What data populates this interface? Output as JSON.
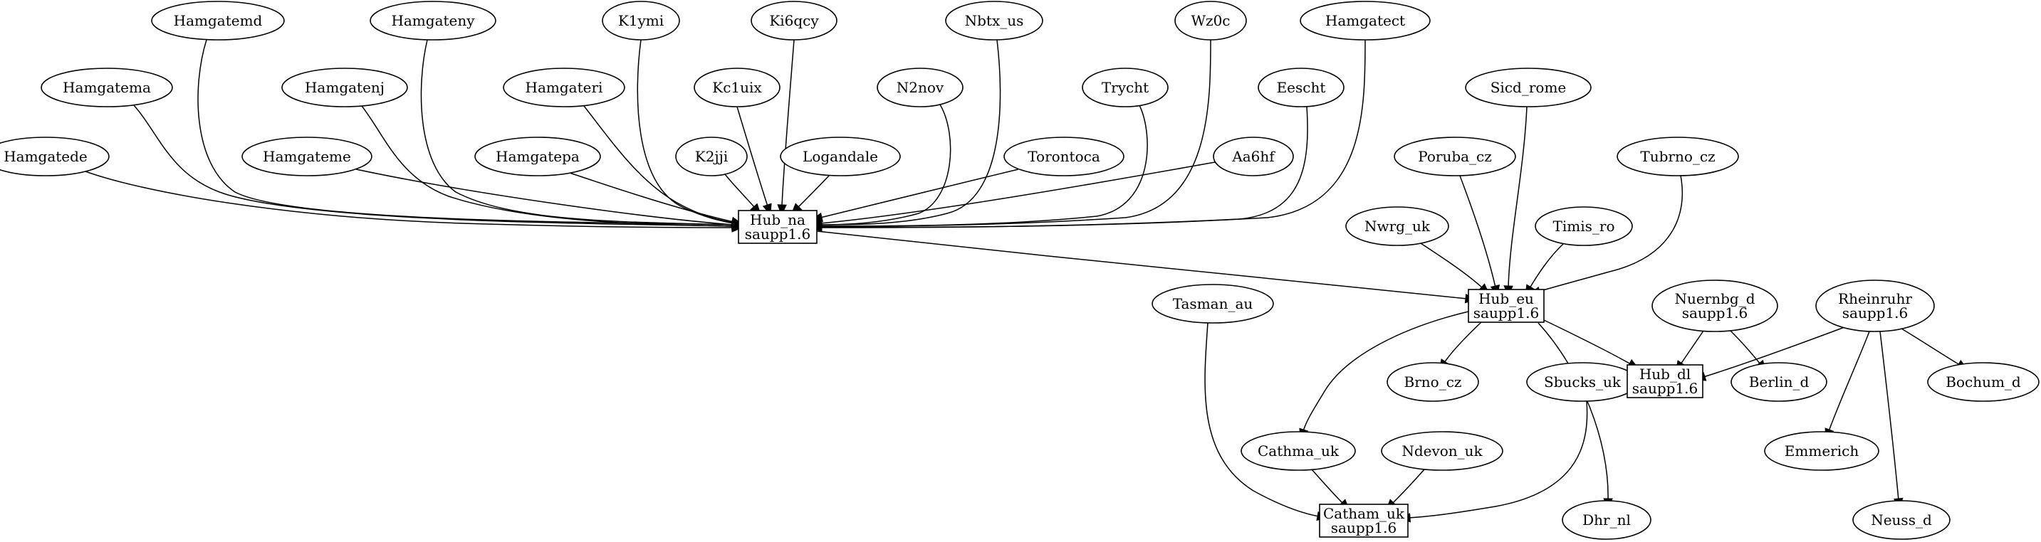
{
  "nodes": [
    {
      "id": "Hamgatemd",
      "label": [
        "Hamgatemd"
      ],
      "shape": "ellipse"
    },
    {
      "id": "Hamgateny",
      "label": [
        "Hamgateny"
      ],
      "shape": "ellipse"
    },
    {
      "id": "K1ymi",
      "label": [
        "K1ymi"
      ],
      "shape": "ellipse"
    },
    {
      "id": "Ki6qcy",
      "label": [
        "Ki6qcy"
      ],
      "shape": "ellipse"
    },
    {
      "id": "Nbtx_us",
      "label": [
        "Nbtx_us"
      ],
      "shape": "ellipse"
    },
    {
      "id": "Wz0c",
      "label": [
        "Wz0c"
      ],
      "shape": "ellipse"
    },
    {
      "id": "Hamgatect",
      "label": [
        "Hamgatect"
      ],
      "shape": "ellipse"
    },
    {
      "id": "Hamgatema",
      "label": [
        "Hamgatema"
      ],
      "shape": "ellipse"
    },
    {
      "id": "Hamgatenj",
      "label": [
        "Hamgatenj"
      ],
      "shape": "ellipse"
    },
    {
      "id": "Hamgateri",
      "label": [
        "Hamgateri"
      ],
      "shape": "ellipse"
    },
    {
      "id": "Kc1uix",
      "label": [
        "Kc1uix"
      ],
      "shape": "ellipse"
    },
    {
      "id": "N2nov",
      "label": [
        "N2nov"
      ],
      "shape": "ellipse"
    },
    {
      "id": "Trycht",
      "label": [
        "Trycht"
      ],
      "shape": "ellipse"
    },
    {
      "id": "Eescht",
      "label": [
        "Eescht"
      ],
      "shape": "ellipse"
    },
    {
      "id": "Sicd_rome",
      "label": [
        "Sicd_rome"
      ],
      "shape": "ellipse"
    },
    {
      "id": "Hamgatede",
      "label": [
        "Hamgatede"
      ],
      "shape": "ellipse"
    },
    {
      "id": "Hamgateme",
      "label": [
        "Hamgateme"
      ],
      "shape": "ellipse"
    },
    {
      "id": "Hamgatepa",
      "label": [
        "Hamgatepa"
      ],
      "shape": "ellipse"
    },
    {
      "id": "K2jji",
      "label": [
        "K2jji"
      ],
      "shape": "ellipse"
    },
    {
      "id": "Logandale",
      "label": [
        "Logandale"
      ],
      "shape": "ellipse"
    },
    {
      "id": "Torontoca",
      "label": [
        "Torontoca"
      ],
      "shape": "ellipse"
    },
    {
      "id": "Aa6hf",
      "label": [
        "Aa6hf"
      ],
      "shape": "ellipse"
    },
    {
      "id": "Poruba_cz",
      "label": [
        "Poruba_cz"
      ],
      "shape": "ellipse"
    },
    {
      "id": "Tubrno_cz",
      "label": [
        "Tubrno_cz"
      ],
      "shape": "ellipse"
    },
    {
      "id": "Hub_na",
      "label": [
        "Hub_na",
        "saupp1.6"
      ],
      "shape": "box"
    },
    {
      "id": "Nwrg_uk",
      "label": [
        "Nwrg_uk"
      ],
      "shape": "ellipse"
    },
    {
      "id": "Timis_ro",
      "label": [
        "Timis_ro"
      ],
      "shape": "ellipse"
    },
    {
      "id": "Tasman_au",
      "label": [
        "Tasman_au"
      ],
      "shape": "ellipse"
    },
    {
      "id": "Hub_eu",
      "label": [
        "Hub_eu",
        "saupp1.6"
      ],
      "shape": "box"
    },
    {
      "id": "Nuernbg_d",
      "label": [
        "Nuernbg_d",
        "saupp1.6"
      ],
      "shape": "ellipse"
    },
    {
      "id": "Rheinruhr",
      "label": [
        "Rheinruhr",
        "saupp1.6"
      ],
      "shape": "ellipse"
    },
    {
      "id": "Brno_cz",
      "label": [
        "Brno_cz"
      ],
      "shape": "ellipse"
    },
    {
      "id": "Sbucks_uk",
      "label": [
        "Sbucks_uk"
      ],
      "shape": "ellipse"
    },
    {
      "id": "Hub_dl",
      "label": [
        "Hub_dl",
        "saupp1.6"
      ],
      "shape": "box"
    },
    {
      "id": "Berlin_d",
      "label": [
        "Berlin_d"
      ],
      "shape": "ellipse"
    },
    {
      "id": "Bochum_d",
      "label": [
        "Bochum_d"
      ],
      "shape": "ellipse"
    },
    {
      "id": "Cathma_uk",
      "label": [
        "Cathma_uk"
      ],
      "shape": "ellipse"
    },
    {
      "id": "Ndevon_uk",
      "label": [
        "Ndevon_uk"
      ],
      "shape": "ellipse"
    },
    {
      "id": "Emmerich",
      "label": [
        "Emmerich"
      ],
      "shape": "ellipse"
    },
    {
      "id": "Catham_uk",
      "label": [
        "Catham_uk",
        "saupp1.6"
      ],
      "shape": "box"
    },
    {
      "id": "Dhr_nl",
      "label": [
        "Dhr_nl"
      ],
      "shape": "ellipse"
    },
    {
      "id": "Neuss_d",
      "label": [
        "Neuss_d"
      ],
      "shape": "ellipse"
    }
  ],
  "edges": [
    {
      "from": "Hamgatemd",
      "to": "Hub_na"
    },
    {
      "from": "Hamgateny",
      "to": "Hub_na"
    },
    {
      "from": "K1ymi",
      "to": "Hub_na"
    },
    {
      "from": "Ki6qcy",
      "to": "Hub_na"
    },
    {
      "from": "Nbtx_us",
      "to": "Hub_na"
    },
    {
      "from": "Wz0c",
      "to": "Hub_na"
    },
    {
      "from": "Hamgatect",
      "to": "Hub_na"
    },
    {
      "from": "Hamgatema",
      "to": "Hub_na"
    },
    {
      "from": "Hamgatenj",
      "to": "Hub_na"
    },
    {
      "from": "Hamgateri",
      "to": "Hub_na"
    },
    {
      "from": "Kc1uix",
      "to": "Hub_na"
    },
    {
      "from": "N2nov",
      "to": "Hub_na"
    },
    {
      "from": "Trycht",
      "to": "Hub_na"
    },
    {
      "from": "Eescht",
      "to": "Hub_na"
    },
    {
      "from": "Hamgatede",
      "to": "Hub_na"
    },
    {
      "from": "Hamgateme",
      "to": "Hub_na"
    },
    {
      "from": "Hamgatepa",
      "to": "Hub_na"
    },
    {
      "from": "K2jji",
      "to": "Hub_na"
    },
    {
      "from": "Logandale",
      "to": "Hub_na"
    },
    {
      "from": "Torontoca",
      "to": "Hub_na"
    },
    {
      "from": "Aa6hf",
      "to": "Hub_na"
    },
    {
      "from": "Hub_na",
      "to": "Hub_eu"
    },
    {
      "from": "Sicd_rome",
      "to": "Hub_eu"
    },
    {
      "from": "Poruba_cz",
      "to": "Hub_eu"
    },
    {
      "from": "Tubrno_cz",
      "to": "Hub_eu"
    },
    {
      "from": "Nwrg_uk",
      "to": "Hub_eu"
    },
    {
      "from": "Timis_ro",
      "to": "Hub_eu"
    },
    {
      "from": "Hub_eu",
      "to": "Brno_cz"
    },
    {
      "from": "Hub_eu",
      "to": "Cathma_uk"
    },
    {
      "from": "Hub_eu",
      "to": "Hub_dl"
    },
    {
      "from": "Hub_eu",
      "to": "Dhr_nl"
    },
    {
      "from": "Nuernbg_d",
      "to": "Hub_dl"
    },
    {
      "from": "Nuernbg_d",
      "to": "Berlin_d"
    },
    {
      "from": "Rheinruhr",
      "to": "Hub_dl"
    },
    {
      "from": "Rheinruhr",
      "to": "Bochum_d"
    },
    {
      "from": "Rheinruhr",
      "to": "Emmerich"
    },
    {
      "from": "Rheinruhr",
      "to": "Neuss_d"
    },
    {
      "from": "Tasman_au",
      "to": "Catham_uk"
    },
    {
      "from": "Cathma_uk",
      "to": "Catham_uk"
    },
    {
      "from": "Ndevon_uk",
      "to": "Catham_uk"
    },
    {
      "from": "Sbucks_uk",
      "to": "Catham_uk"
    }
  ]
}
